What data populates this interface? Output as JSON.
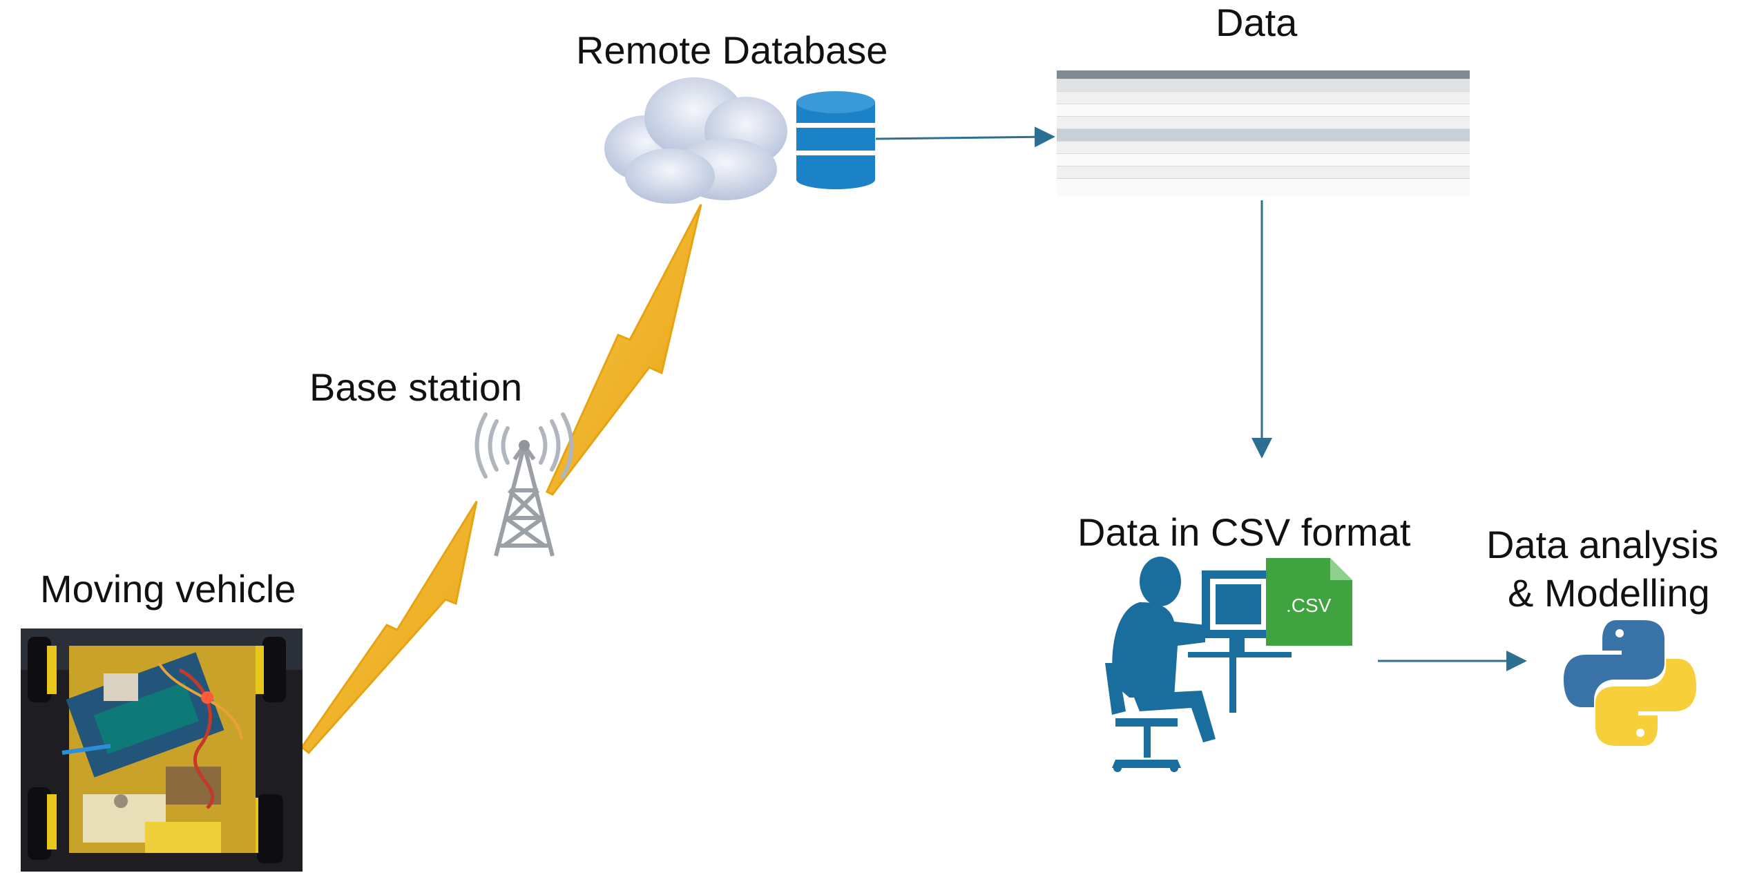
{
  "labels": {
    "remote_database": "Remote Database",
    "data": "Data",
    "base_station": "Base station",
    "moving_vehicle": "Moving vehicle",
    "data_csv": "Data in CSV format",
    "analysis_line1": "Data analysis",
    "analysis_line2": "& Modelling"
  },
  "csv_file": {
    "label": ".CSV"
  },
  "icons": {
    "cloud": "cloud-icon",
    "database": "database-icon",
    "tower": "antenna-tower-icon",
    "lightning": "lightning-bolt-icon",
    "user": "person-at-computer-icon",
    "csv": "csv-file-icon",
    "python": "python-logo-icon",
    "vehicle": "robot-vehicle-photo"
  },
  "colors": {
    "arrow": "#2d6f93",
    "database": "#1b82c8",
    "cloud": "#c9d3e6",
    "lightning": "#f0b429",
    "user": "#1a6e9e",
    "csv": "#3fa33f",
    "python_blue": "#3a73a8",
    "python_yellow": "#f6cf3a"
  }
}
